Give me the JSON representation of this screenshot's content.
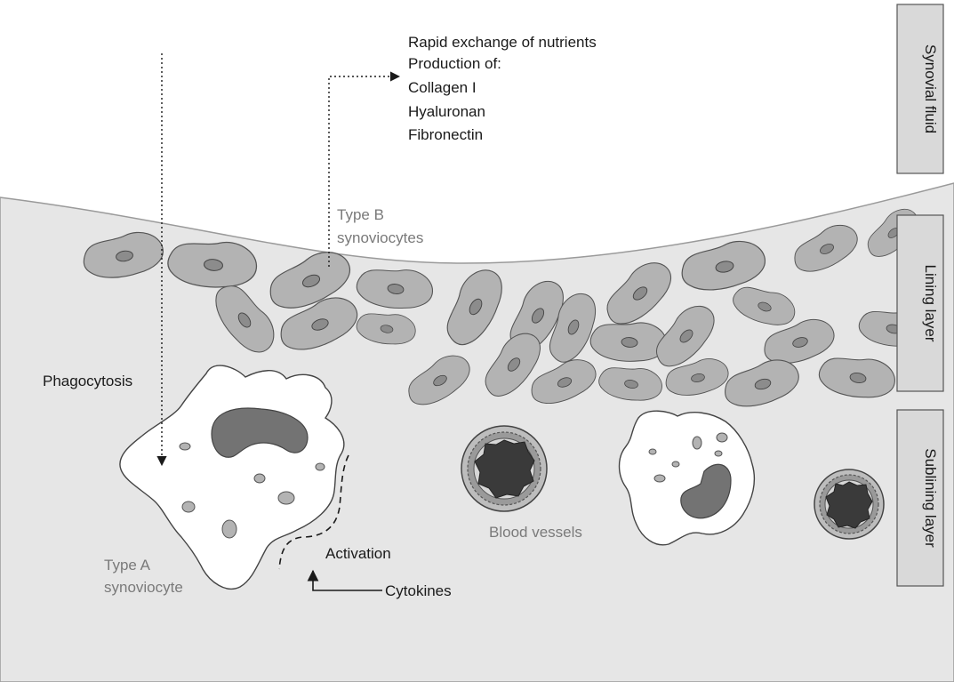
{
  "side_labels": {
    "synovial_fluid": "Synovial fluid",
    "lining_layer": "Lining layer",
    "sublining_layer": "Sublining layer"
  },
  "type_b": {
    "label_line1": "Type B",
    "label_line2": "synoviocytes",
    "functions": [
      "Rapid exchange of nutrients",
      "Production of:",
      "Collagen I",
      "Hyaluronan",
      "Fibronectin"
    ]
  },
  "type_a": {
    "label_line1": "Type A",
    "label_line2": "synoviocyte",
    "phagocytosis": "Phagocytosis",
    "activation": "Activation",
    "cytokines": "Cytokines"
  },
  "blood_vessels": "Blood vessels",
  "colors": {
    "tissue": "#e6e6e6",
    "cell_fill": "#b3b3b3",
    "nucleus": "#8c8c8c",
    "dark_nucleus": "#737373",
    "vessel_lumen": "#3a3a3a",
    "side_box": "#d9d9d9"
  }
}
